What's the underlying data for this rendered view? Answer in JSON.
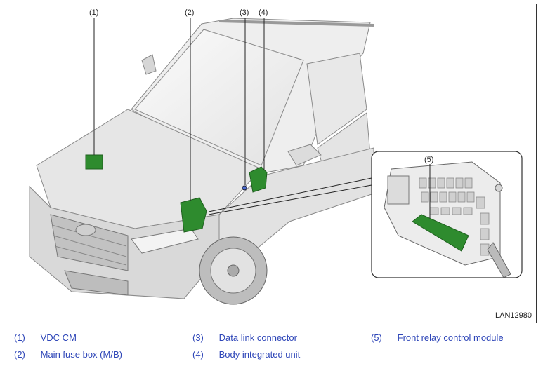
{
  "diagram": {
    "figure_id": "LAN12980",
    "callouts": [
      "(1)",
      "(2)",
      "(3)",
      "(4)",
      "(5)"
    ],
    "component_color": "#2e8b2e",
    "legend_color": "#2e46b8"
  },
  "legend": [
    {
      "num": "(1)",
      "label": "VDC CM"
    },
    {
      "num": "(2)",
      "label": "Main fuse box (M/B)"
    },
    {
      "num": "(3)",
      "label": "Data link connector"
    },
    {
      "num": "(4)",
      "label": "Body integrated unit"
    },
    {
      "num": "(5)",
      "label": "Front relay control module"
    }
  ]
}
